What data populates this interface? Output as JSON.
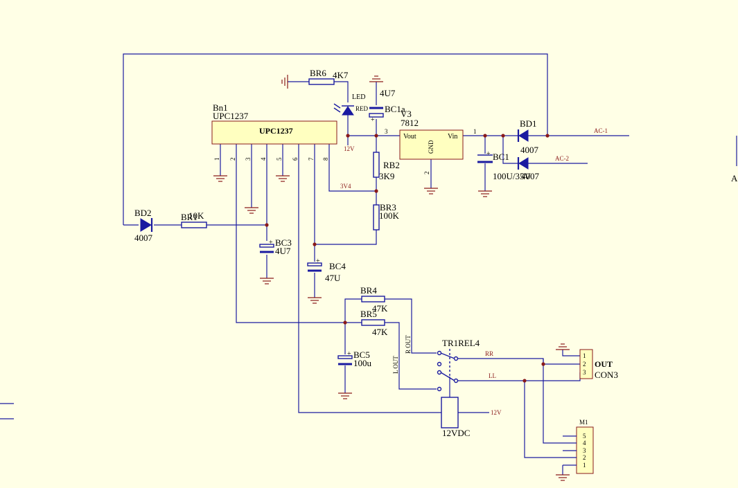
{
  "ic": {
    "designator": "Bn1",
    "part": "UPC1237",
    "body_label": "UPC1237",
    "pins": [
      "1",
      "2",
      "3",
      "4",
      "5",
      "6",
      "7",
      "8"
    ]
  },
  "regulator": {
    "designator": "V3",
    "part": "7812",
    "vout": "Vout",
    "vin": "Vin",
    "gnd": "GND",
    "pin_out": "3",
    "pin_in": "1",
    "pin_gnd": "2"
  },
  "parts": {
    "br6": {
      "ref": "BR6",
      "value": "4K7"
    },
    "led": {
      "ref": "LED",
      "value": "RED"
    },
    "bc1a": {
      "ref": "BC1a",
      "value": "4U7"
    },
    "rb2": {
      "ref": "RB2",
      "value": "3K9"
    },
    "br3": {
      "ref": "BR3",
      "value": "100K"
    },
    "bc1": {
      "ref": "BC1",
      "value": "100U/35V"
    },
    "bd1": {
      "ref": "BD1",
      "value": "4007"
    },
    "bd2": {
      "ref": "BD2",
      "value": "4007"
    },
    "br1": {
      "ref": "BR1",
      "value": "10K"
    },
    "bc3": {
      "ref": "BC3",
      "value": "4U7"
    },
    "bc4": {
      "ref": "BC4",
      "value": "47U"
    },
    "br4": {
      "ref": "BR4",
      "value": "47K"
    },
    "br5": {
      "ref": "BR5",
      "value": "47K"
    },
    "bc5": {
      "ref": "BC5",
      "value": "100u"
    },
    "relay": {
      "ref": "TR1REL4",
      "value": "12VDC"
    },
    "con": {
      "ref": "OUT",
      "value": "CON3",
      "pins": [
        "1",
        "2",
        "3"
      ]
    },
    "m1": {
      "ref": "M1",
      "pins": [
        "5",
        "4",
        "3",
        "2",
        "1"
      ]
    }
  },
  "nets": {
    "v12a": "12V",
    "v12b": "12V",
    "v3v4": "3V4",
    "ac1": "AC-1",
    "ac2": "AC-2",
    "rr": "RR",
    "ll": "LL",
    "rout": "R OUT",
    "lout": "L OUT",
    "ac_edge": "AC"
  },
  "colors": {
    "wire": "#1a1aa0",
    "ground": "#8a1a1a",
    "background": "#ffffe6",
    "ic_fill": "#ffffc0"
  }
}
